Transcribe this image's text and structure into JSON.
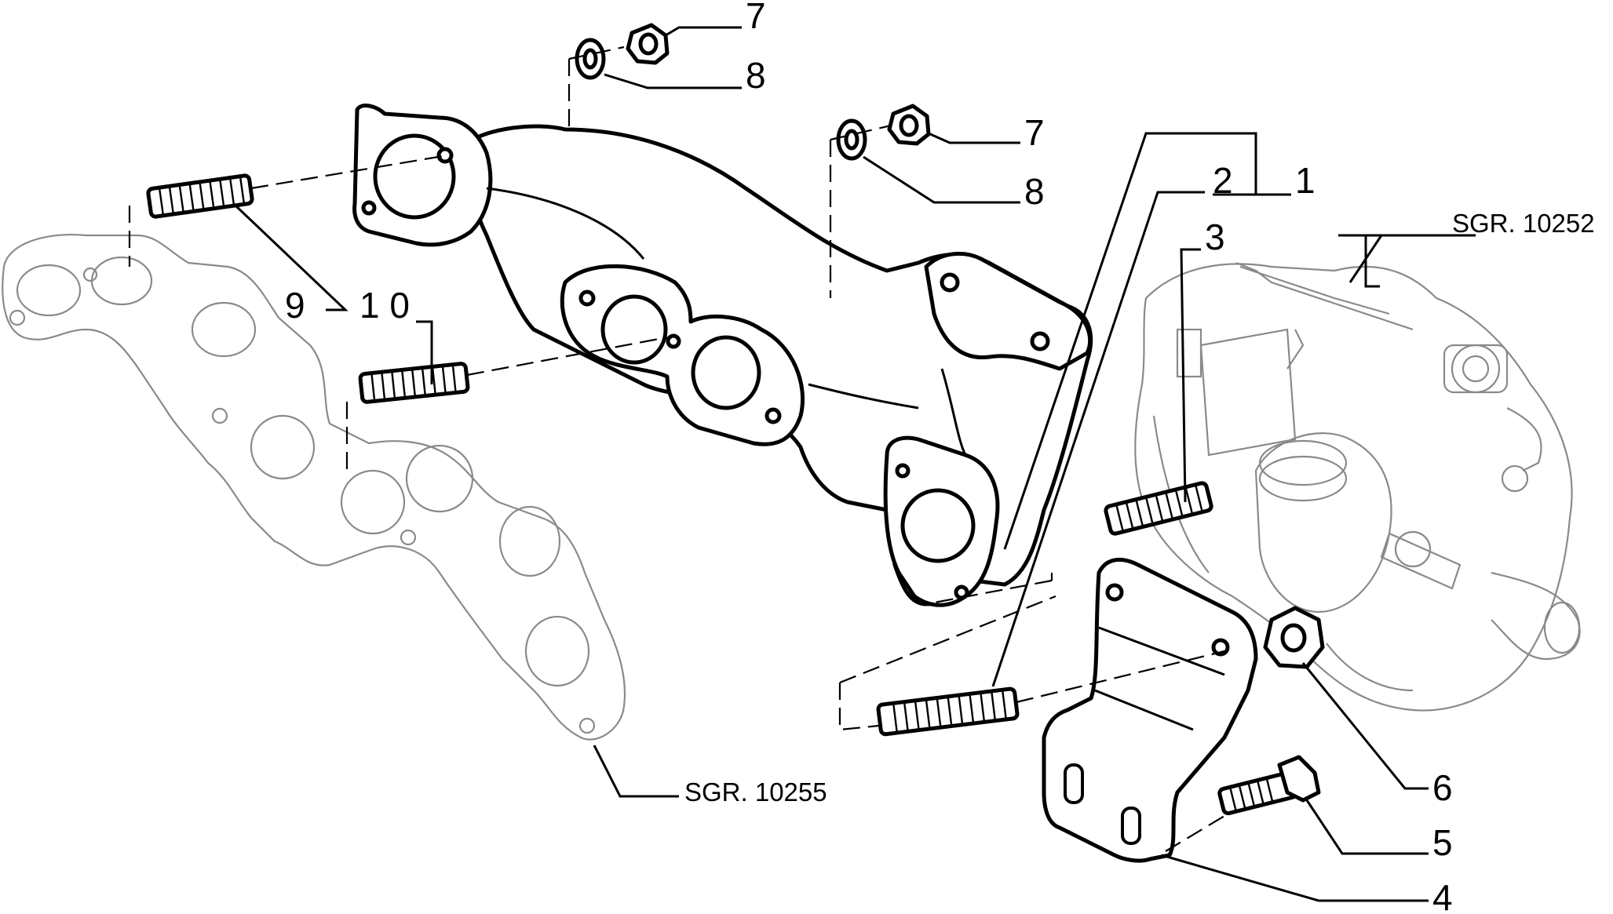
{
  "callouts": [
    {
      "id": "1",
      "text": "1"
    },
    {
      "id": "2",
      "text": "2"
    },
    {
      "id": "3",
      "text": "3"
    },
    {
      "id": "4",
      "text": "4"
    },
    {
      "id": "5",
      "text": "5"
    },
    {
      "id": "6",
      "text": "6"
    },
    {
      "id": "7a",
      "text": "7"
    },
    {
      "id": "8a",
      "text": "8"
    },
    {
      "id": "7b",
      "text": "7"
    },
    {
      "id": "8b",
      "text": "8"
    },
    {
      "id": "9",
      "text": "9"
    },
    {
      "id": "10",
      "text": "1 0"
    }
  ],
  "references": {
    "turbocharger": "SGR. 10252",
    "gasket": "SGR. 10255"
  }
}
